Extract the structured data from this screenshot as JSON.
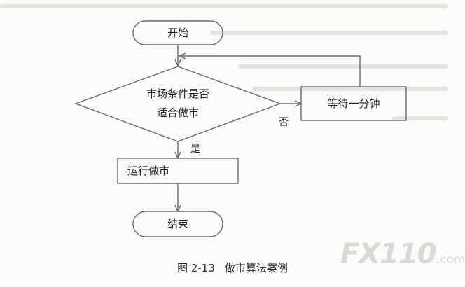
{
  "flowchart": {
    "nodes": {
      "start": "开始",
      "condition_line1": "市场条件是否",
      "condition_line2": "适合做市",
      "wait": "等待一分钟",
      "run": "运行做市",
      "end": "结束"
    },
    "edge_labels": {
      "no": "否",
      "yes": "是"
    }
  },
  "caption": {
    "figure_number": "图 2-13",
    "title": "做市算法案例"
  },
  "watermark": {
    "main": "FX110",
    "suffix": ".com"
  },
  "colors": {
    "stroke": "#6b6b6b",
    "text": "#1d1d1d",
    "background": "#fbfbfa",
    "watermark": "#d9d9d6"
  }
}
